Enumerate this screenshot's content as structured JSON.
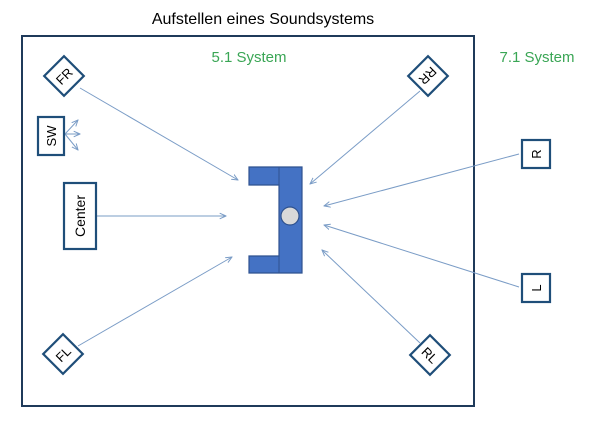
{
  "title": "Aufstellen eines Soundsystems",
  "labels": {
    "system_51": "5.1 System",
    "system_71": "7.1 System"
  },
  "speakers": {
    "front_right": "FR",
    "subwoofer": "SW",
    "center": "Center",
    "front_left": "FL",
    "rear_right": "RR",
    "rear_left": "RL",
    "side_right": "R",
    "side_left": "L"
  },
  "colors": {
    "room_border": "#1F3A5A",
    "speaker_border": "#1F4E79",
    "arrow": "#7A9CC6",
    "couch_fill": "#4472C4",
    "couch_stroke": "#2F528F",
    "listener_fill": "#D9D9D9",
    "system_label": "#3AA655",
    "text": "#000000"
  }
}
